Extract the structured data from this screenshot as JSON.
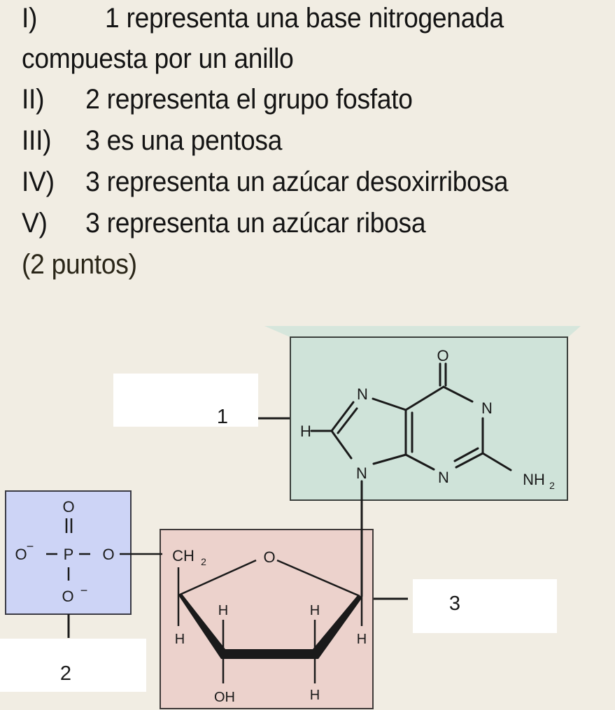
{
  "question": {
    "statements": [
      {
        "numeral": "I)",
        "text": "1 representa una base nitrogenada"
      },
      {
        "numeral": "",
        "text": "compuesta por un anillo"
      },
      {
        "numeral": "II)",
        "text": "2 representa el grupo fosfato"
      },
      {
        "numeral": "III)",
        "text": "3 es una pentosa"
      },
      {
        "numeral": "IV)",
        "text": "3 representa un azúcar desoxirribosa"
      },
      {
        "numeral": "V)",
        "text": "3 representa un azúcar ribosa"
      }
    ],
    "points": "(2 puntos)"
  },
  "diagram": {
    "labels": {
      "box1": "1",
      "box2": "2",
      "box3": "3"
    },
    "base": {
      "O": "O",
      "N": "N",
      "H": "H",
      "NH": "NH",
      "sub2": "2"
    },
    "phosphate": {
      "O": "O",
      "P": "P",
      "minus": "−"
    },
    "sugar": {
      "CH": "CH",
      "sub2": "2",
      "O": "O",
      "H": "H",
      "OH": "OH"
    },
    "colors": {
      "background": "#f1ede3",
      "base_fill": "#cfe3d9",
      "phosphate_fill": "#cdd4f6",
      "sugar_fill": "#ecd2cc",
      "label_box": "#ffffff",
      "stroke": "#1a1a1a"
    }
  }
}
